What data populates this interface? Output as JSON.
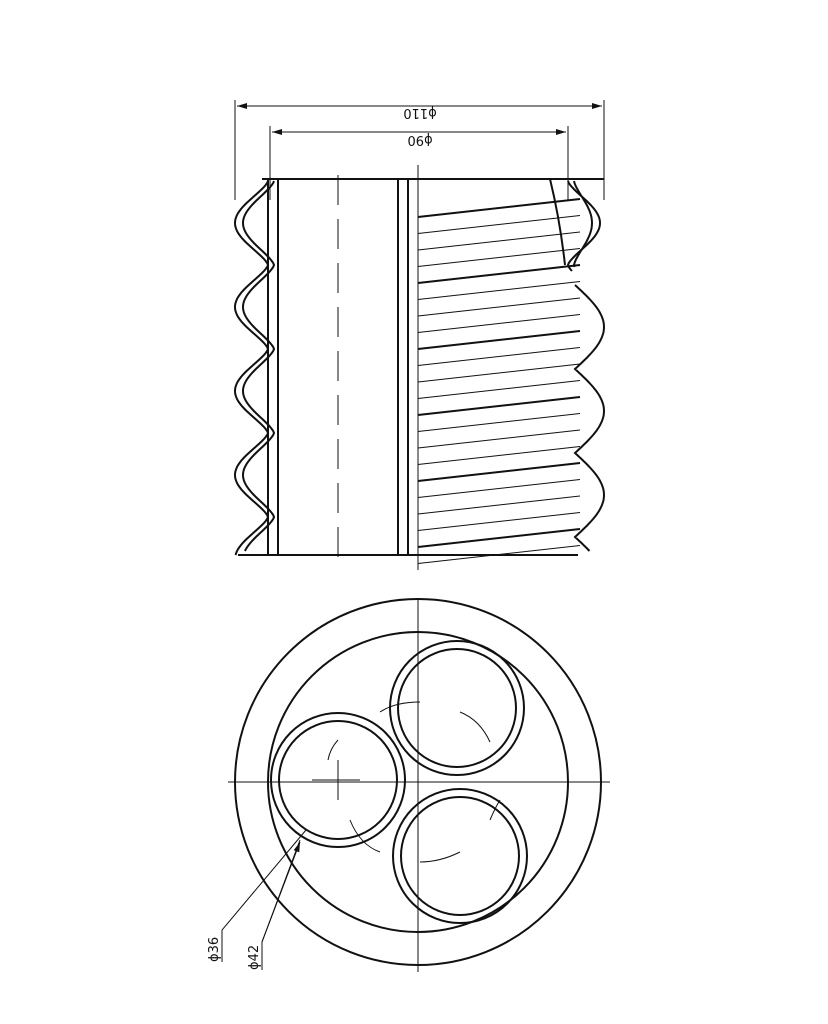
{
  "drawing": {
    "dimensions": {
      "outer_diameter": "ϕ110",
      "inner_diameter": "ϕ90",
      "duct_inner_diameter": "ϕ36",
      "duct_outer_diameter": "ϕ42"
    },
    "stroke_color": "#111111",
    "background_color": "#ffffff"
  }
}
